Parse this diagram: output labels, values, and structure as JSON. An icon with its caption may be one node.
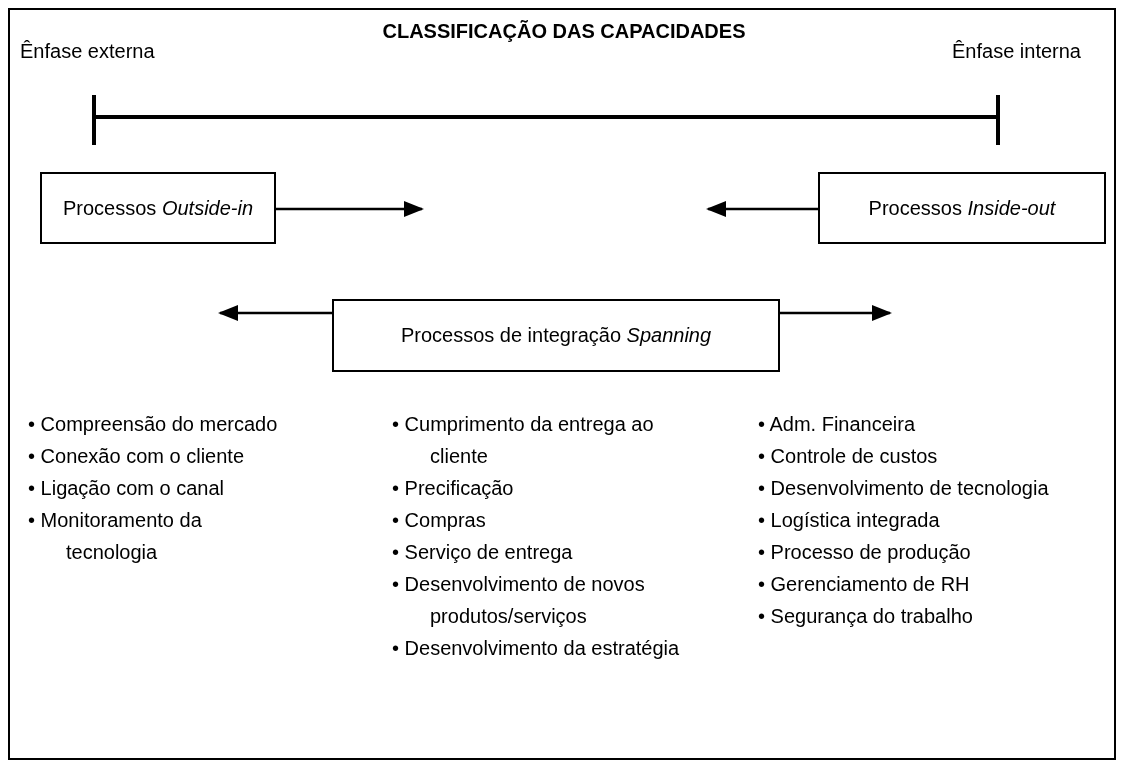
{
  "diagram": {
    "title": "CLASSIFICAÇÃO DAS CAPACIDADES",
    "nodes": [
      {
        "text": [
          "Processos *Outside-in*"
        ]
      },
      {
        "text": [
          "Processos *Inside-out*"
        ]
      },
      {
        "text": [
          "Processos de integração *Spanning*"
        ]
      }
    ],
    "edges": [
      {
        "from": 0,
        "to": null,
        "arrow": "to"
      },
      {
        "from": 1,
        "to": null,
        "arrow": "to"
      },
      {
        "from": 2,
        "to": null,
        "arrow": "to"
      },
      {
        "from": 2,
        "to": null,
        "arrow": "to"
      }
    ],
    "labels": [
      "Ênfase externa",
      "Ênfase interna",
      "• Compreensão do mercado",
      "• Conexão com o cliente",
      "• Ligação com o canal",
      "• Monitoramento da tecnologia",
      "• Cumprimento da entrega ao cliente",
      "• Precificação",
      "• Compras",
      "• Serviço de entrega",
      "• Desenvolvimento de novos produtos/serviços",
      "• Desenvolvimento da estratégia",
      "• Adm. Financeira",
      "• Controle de custos",
      "• Desenvolvimento de tecnologia",
      "• Logística integrada",
      "• Processo de produção",
      "• Gerenciamento de RH",
      "• Segurança do trabalho"
    ]
  }
}
